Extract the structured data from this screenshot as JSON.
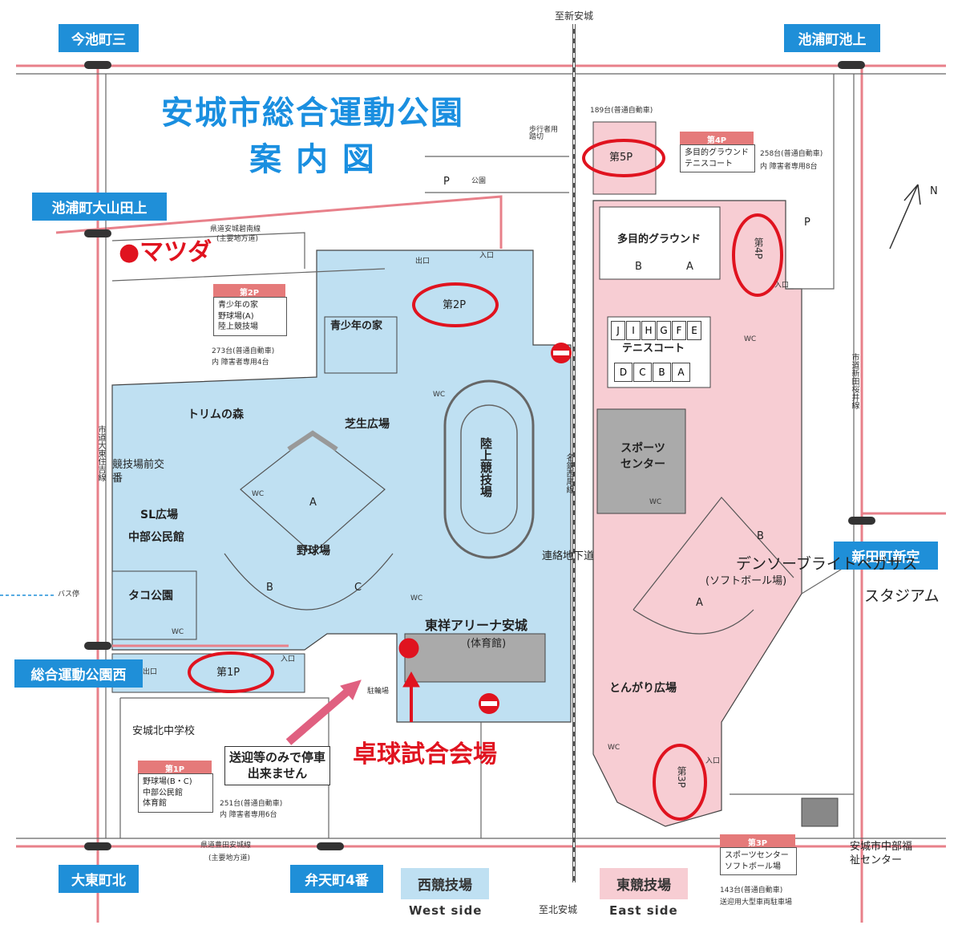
{
  "title": {
    "line1": "安城市総合運動公園",
    "line2": "案 内 図"
  },
  "signs": {
    "imaike": "今池町三",
    "ikeura_ikegami": "池浦町池上",
    "ikeura_oyamada": "池浦町大山田上",
    "shindencho": "新田町新定",
    "sogo_west": "総合運動公園西",
    "daito": "大東町北",
    "benten": "弁天町4番"
  },
  "directions": {
    "north_top": "至新安城",
    "south_bottom": "至北安城",
    "north_mark": "N"
  },
  "roads": {
    "top_route": "県道安城碧南線",
    "top_route_sub": "(主要地方道)",
    "bottom_route": "県道豊田安城線",
    "bottom_route_sub": "(主要地方道)",
    "west_route": "市道大東住吉線",
    "center_route": "名鉄西尾線",
    "east_route": "市道新田桜井線"
  },
  "labels": {
    "mazda": "●マツダ",
    "venue": "卓球試合会場",
    "no_stop": "送迎等のみで停車出来ません",
    "kobansho": "競技場前交番",
    "bus_stop": "バス停",
    "trim_forest": "トリムの森",
    "sl_square": "SL広場",
    "chubu_kominkan": "中部公民館",
    "tako_park": "タコ公園",
    "seishonen": "青少年の家",
    "lawn_square": "芝生広場",
    "track": "陸上競技場",
    "baseball": "野球場",
    "arena": "東祥アリーナ安城",
    "arena_sub": "(体育館)",
    "multi_ground": "多目的グラウンド",
    "tennis": "テニスコート",
    "sports_center": "スポーツセンター",
    "softball": "デンソーブライトペガサス",
    "softball_sub": "(ソフトボール場)",
    "stadium": "スタジアム",
    "togari": "とんがり広場",
    "welfare_center": "安城市中部福祉センター",
    "anjo_kita_jhs": "安城北中学校",
    "underpass": "連絡地下道",
    "pedestrian_crossing": "歩行者用踏切",
    "park": "公園",
    "parking_small": "駐輪場",
    "entrance": "入口",
    "exit": "出口",
    "wc": "WC",
    "p": "P",
    "a": "A",
    "b": "B",
    "c": "C"
  },
  "parking": {
    "p1": {
      "tag": "第1P",
      "header": "第1P",
      "lines": [
        "野球場(B・C)",
        "中部公民館",
        "体育館"
      ],
      "count": "251台(普通自動車)",
      "count_sub": "内 障害者専用6台"
    },
    "p2": {
      "tag": "第2P",
      "header": "第2P",
      "lines": [
        "青少年の家",
        "野球場(A)",
        "陸上競技場"
      ],
      "count": "273台(普通自動車)",
      "count_sub": "内 障害者専用4台"
    },
    "p3": {
      "tag": "第3P",
      "header": "第3P",
      "lines": [
        "スポーツセンター",
        "ソフトボール場"
      ],
      "count": "143台(普通自動車)",
      "count_sub": "送迎用大型車両駐車場"
    },
    "p4": {
      "tag": "第4P",
      "header": "第4P",
      "lines": [
        "多目的グラウンド",
        "テニスコート"
      ],
      "count": "258台(普通自動車)",
      "count_sub": "内 障害者専用8台"
    },
    "p5": {
      "tag": "第5P",
      "count": "189台(普通自動車)"
    }
  },
  "tennis_courts": [
    "J",
    "I",
    "H",
    "G",
    "F",
    "E",
    "D",
    "C",
    "B",
    "A"
  ],
  "legend": {
    "west": "西競技場",
    "west_en": "West side",
    "east": "東競技場",
    "east_en": "East side",
    "west_color": "#bfe0f2",
    "east_color": "#f7cdd3"
  },
  "colors": {
    "title": "#1a8fe0",
    "sign": "#1f8fd8",
    "highlight": "#e0131f",
    "road": "#e8808a"
  }
}
